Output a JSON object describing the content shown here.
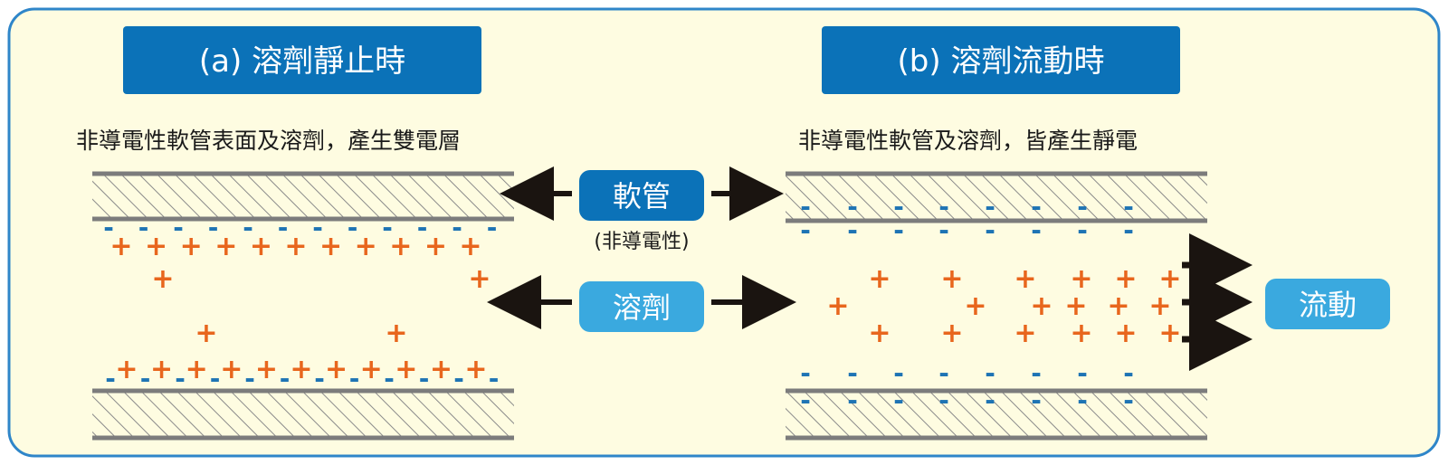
{
  "colors": {
    "background": "#fefce1",
    "border": "#2f86c9",
    "header_fill": "#0b72b8",
    "button_dark": "#0b72b8",
    "button_light": "#3aa9df",
    "minus": "#1e74b4",
    "plus": "#e8661d",
    "pipe_line": "#7c7c7c",
    "hatch": "#8a8a8a",
    "arrow": "#1a1410",
    "text": "#1a1a1a"
  },
  "panel_a": {
    "header": "(a) 溶劑靜止時",
    "caption": "非導電性軟管表面及溶劑，產生雙電層"
  },
  "panel_b": {
    "header": "(b) 溶劑流動時",
    "caption": "非導電性軟管及溶劑，皆產生靜電"
  },
  "center": {
    "hose_label": "軟管",
    "hose_sublabel": "(非導電性)",
    "solvent_label": "溶劑"
  },
  "flow_label": "流動",
  "symbols": {
    "plus": "+",
    "minus": "-"
  },
  "icons": [
    "arrow-left-icon",
    "arrow-right-icon",
    "flow-arrow-icon"
  ]
}
